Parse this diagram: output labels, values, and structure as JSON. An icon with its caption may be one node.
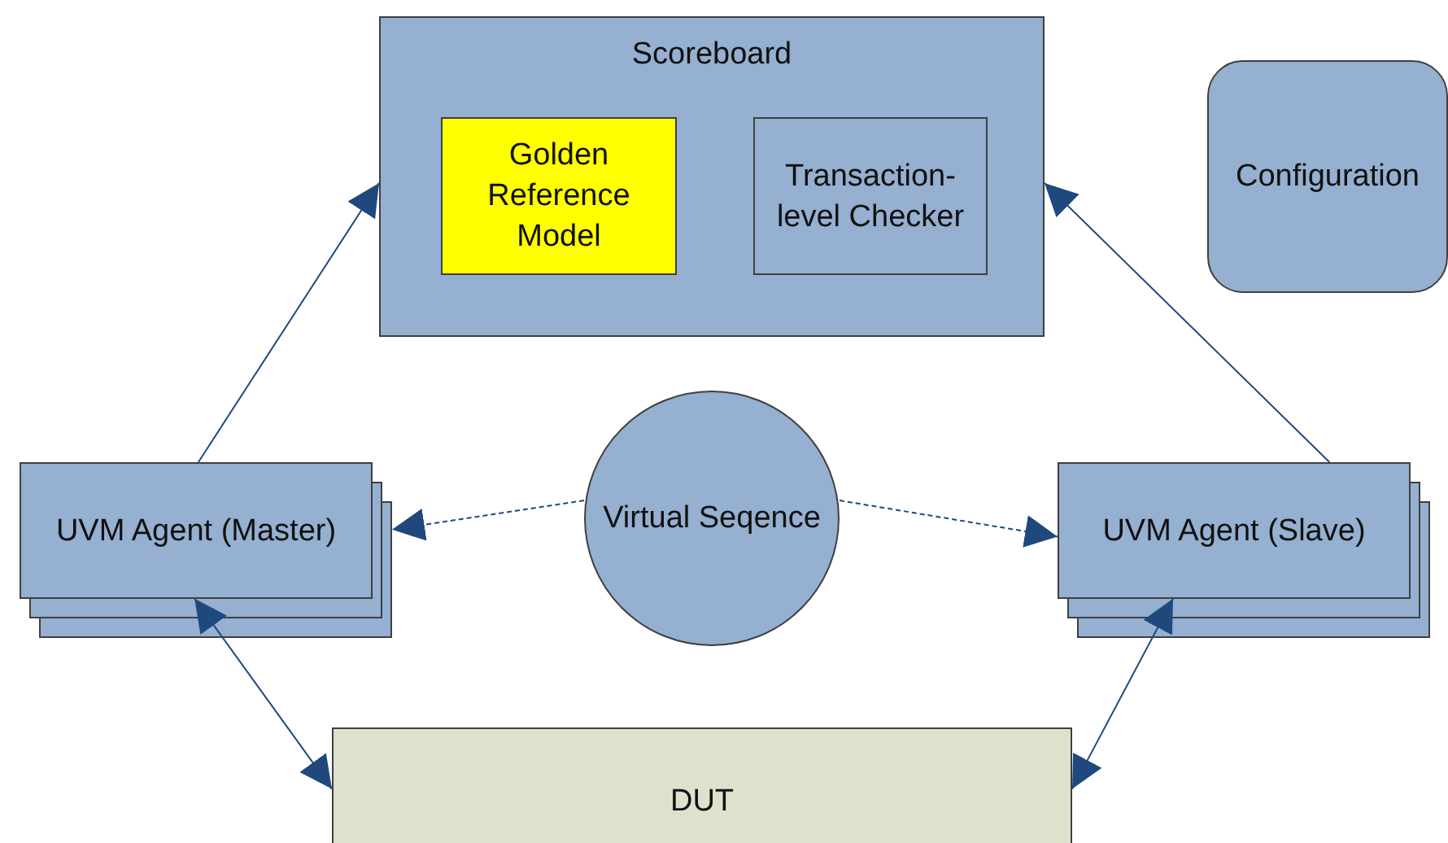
{
  "diagram": {
    "nodes": [
      {
        "text": [
          "Scoreboard"
        ]
      },
      {
        "text": [
          "Golden Reference Model"
        ],
        "in": 0
      },
      {
        "text": [
          "Transaction-level Checker"
        ],
        "in": 0
      },
      {
        "text": [
          "Configuration"
        ]
      },
      {
        "text": [
          "UVM Agent (Master)"
        ]
      },
      {
        "text": [
          "Virtual Seqence"
        ]
      },
      {
        "text": [
          "UVM Agent (Slave)"
        ]
      },
      {
        "text": [
          "DUT"
        ]
      }
    ],
    "edges": [
      {
        "from": 4,
        "to": 0,
        "arrow": "to"
      },
      {
        "from": 6,
        "to": 0,
        "arrow": "to"
      },
      {
        "from": 5,
        "to": 4,
        "arrow": "to",
        "style": "dashed"
      },
      {
        "from": 5,
        "to": 6,
        "arrow": "to",
        "style": "dashed"
      },
      {
        "from": 4,
        "to": 7,
        "arrow": "both"
      },
      {
        "from": 6,
        "to": 7,
        "arrow": "both"
      }
    ]
  }
}
